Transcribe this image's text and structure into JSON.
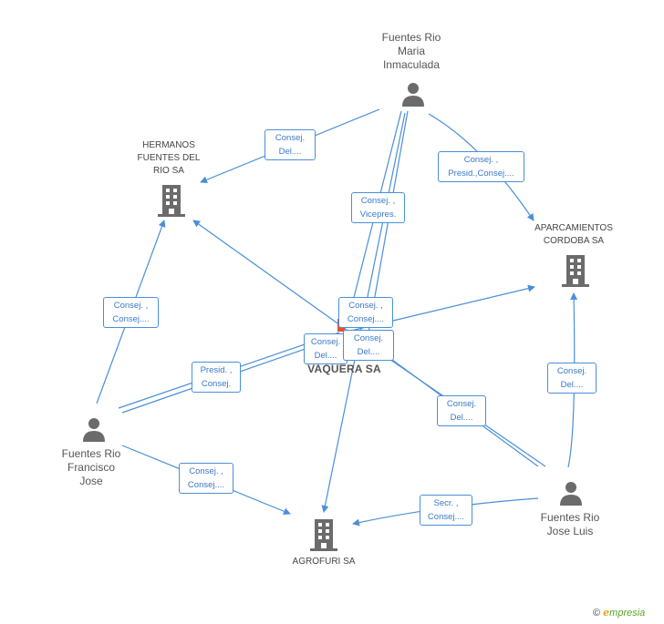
{
  "nodes": {
    "person_maria": {
      "label": [
        "Fuentes Rio",
        "Maria",
        "Inmaculada"
      ]
    },
    "company_hermanos": {
      "label": [
        "HERMANOS",
        "FUENTES DEL",
        "RIO SA"
      ]
    },
    "company_aparcamientos": {
      "label": [
        "APARCAMIENTOS",
        "CORDOBA SA"
      ]
    },
    "company_center": {
      "label": [
        "VAQUERA SA"
      ]
    },
    "person_francisco": {
      "label": [
        "Fuentes Rio",
        "Francisco",
        "Jose"
      ]
    },
    "person_jose_luis": {
      "label": [
        "Fuentes Rio",
        "Jose Luis"
      ]
    },
    "company_agrofuri": {
      "label": [
        "AGROFURI SA"
      ]
    }
  },
  "relations": [
    {
      "id": "r1",
      "lines": [
        "Consej.",
        "Del...."
      ]
    },
    {
      "id": "r2",
      "lines": [
        "Consej. ,",
        "Presid.,Consej...."
      ]
    },
    {
      "id": "r3",
      "lines": [
        "Consej. ,",
        "Vicepres."
      ]
    },
    {
      "id": "r4",
      "lines": [
        "Consej. ,",
        "Consej...."
      ]
    },
    {
      "id": "r5",
      "lines": [
        "Consej. ,",
        "Consej...."
      ]
    },
    {
      "id": "r6",
      "lines": [
        "Consej.",
        "Del...."
      ]
    },
    {
      "id": "r7",
      "lines": [
        "Consej.",
        "Del...."
      ]
    },
    {
      "id": "r8",
      "lines": [
        "Presid. ,",
        "Consej."
      ]
    },
    {
      "id": "r9",
      "lines": [
        "Consej.",
        "Del...."
      ]
    },
    {
      "id": "r10",
      "lines": [
        "Consej.",
        "Del...."
      ]
    },
    {
      "id": "r11",
      "lines": [
        "Consej. ,",
        "Consej...."
      ]
    },
    {
      "id": "r12",
      "lines": [
        "Secr. ,",
        "Consej...."
      ]
    }
  ],
  "brand": {
    "copyright": "©",
    "e": "e",
    "rest": "mpresia"
  },
  "colors": {
    "edge": "#4a8fd8",
    "icon": "#6b6b6b",
    "center_marker": "#e8502a"
  }
}
